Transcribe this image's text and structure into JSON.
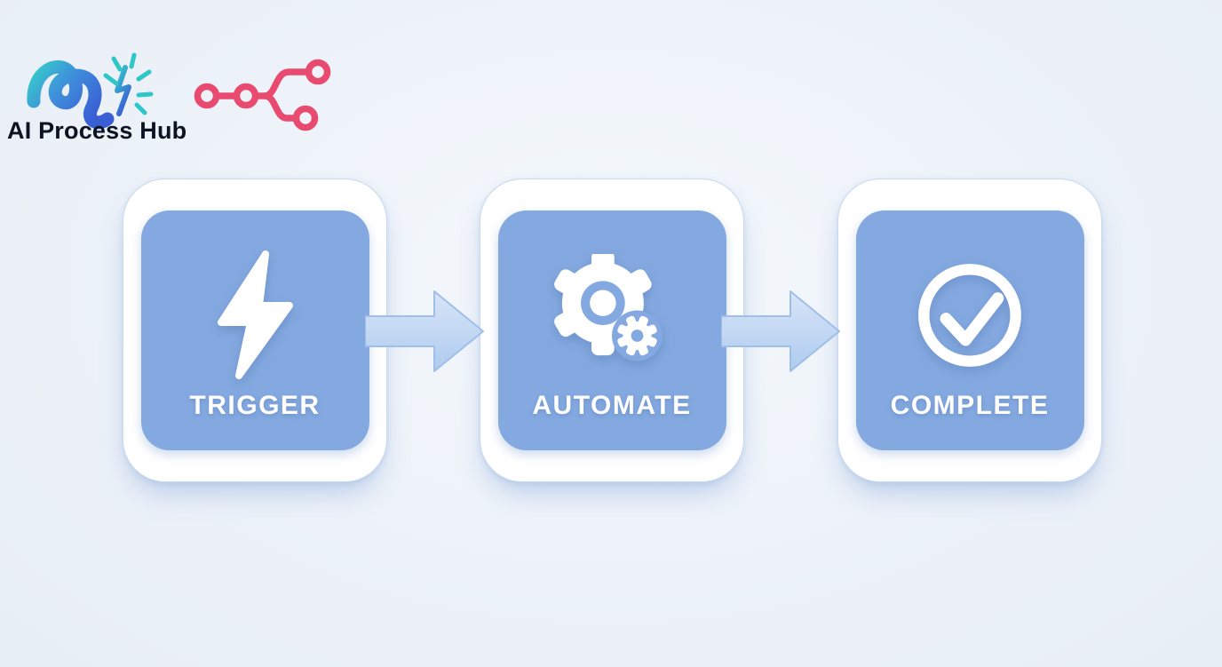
{
  "page": {
    "background_color": "#edf2f9",
    "theme": "light-blue process flow infographic"
  },
  "header": {
    "brand": {
      "name": "AI Process Hub",
      "icon": "wave-spark-logo",
      "icon_colors": {
        "teal": "#35c9c9",
        "blue": "#3a6fd8"
      },
      "text_color": "#0d1320"
    },
    "partner_logo": {
      "icon": "n8n-workflow-logo",
      "color": "#e94a70"
    }
  },
  "flow": {
    "steps": [
      {
        "label": "TRIGGER",
        "icon": "lightning-bolt-icon"
      },
      {
        "label": "AUTOMATE",
        "icon": "gears-icon"
      },
      {
        "label": "COMPLETE",
        "icon": "check-circle-icon"
      }
    ],
    "connector_icon": "arrow-right",
    "colors": {
      "card_background": "#ffffff",
      "card_border": "#c9daf0",
      "tile_background": "#84a9e0",
      "label_text": "#ffffff",
      "arrow_fill": "#bcd4f1",
      "icon_fill": "#ffffff"
    }
  }
}
